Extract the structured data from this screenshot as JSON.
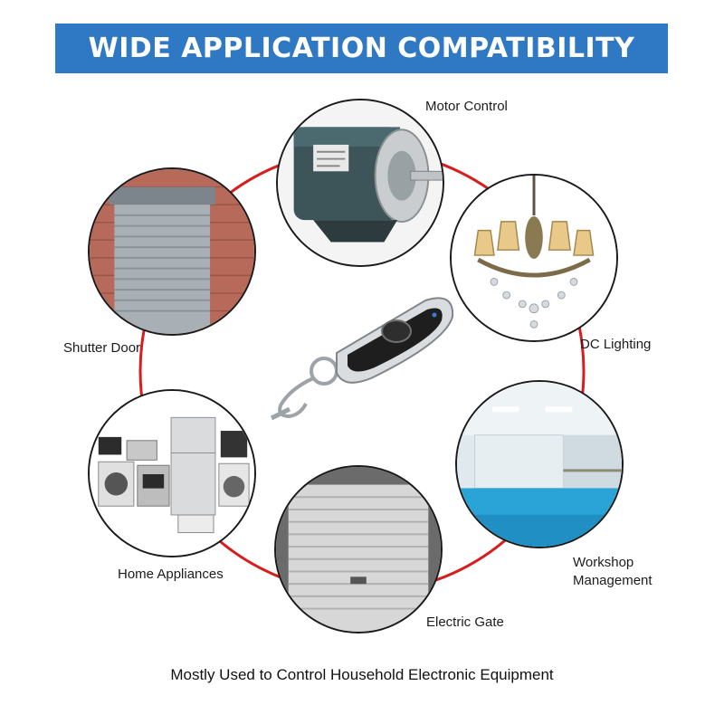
{
  "banner": {
    "title": "WIDE APPLICATION COMPATIBILITY",
    "background": "#2f78c4",
    "text_color": "#ffffff"
  },
  "ring_color": "#d71d1d",
  "applications": [
    {
      "id": "motor-control",
      "label": "Motor Control",
      "icon": "motor-icon"
    },
    {
      "id": "dc-lighting",
      "label": "DC Lighting",
      "icon": "chandelier-icon"
    },
    {
      "id": "workshop-management",
      "label_line1": "Workshop",
      "label_line2": "Management",
      "icon": "workshop-icon"
    },
    {
      "id": "electric-gate",
      "label": "Electric Gate",
      "icon": "garage-gate-icon"
    },
    {
      "id": "home-appliances",
      "label": "Home Appliances",
      "icon": "appliances-icon"
    },
    {
      "id": "shutter-door",
      "label": "Shutter Door",
      "icon": "shutter-door-icon"
    }
  ],
  "center_product": {
    "icon": "remote-key-fob-icon"
  },
  "footer": {
    "text": "Mostly Used to Control Household Electronic Equipment"
  }
}
